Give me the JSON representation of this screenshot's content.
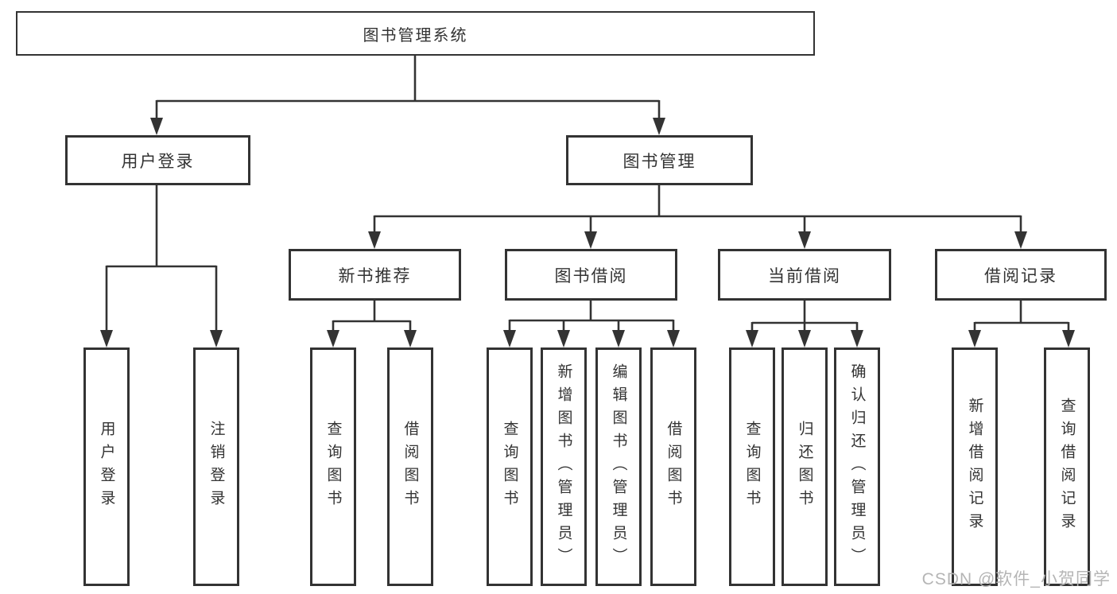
{
  "diagram": {
    "root": {
      "label": "图书管理系统"
    },
    "level2": [
      {
        "label": "用户登录"
      },
      {
        "label": "图书管理"
      }
    ],
    "level3": [
      {
        "label": "新书推荐"
      },
      {
        "label": "图书借阅"
      },
      {
        "label": "当前借阅"
      },
      {
        "label": "借阅记录"
      }
    ],
    "leaves": [
      {
        "label": "用户登录"
      },
      {
        "label": "注销登录"
      },
      {
        "label": "查询图书"
      },
      {
        "label": "借阅图书"
      },
      {
        "label": "查询图书"
      },
      {
        "label": "新增图书（管理员）"
      },
      {
        "label": "编辑图书（管理员）"
      },
      {
        "label": "借阅图书"
      },
      {
        "label": "查询图书"
      },
      {
        "label": "归还图书"
      },
      {
        "label": "确认归还（管理员）"
      },
      {
        "label": "新增借阅记录"
      },
      {
        "label": "查询借阅记录"
      }
    ]
  },
  "watermark": {
    "text": "CSDN @软件_小贺同学"
  },
  "colors": {
    "line": "#333333",
    "text": "#333333",
    "background": "#ffffff",
    "watermark": "#b5b5b5"
  }
}
